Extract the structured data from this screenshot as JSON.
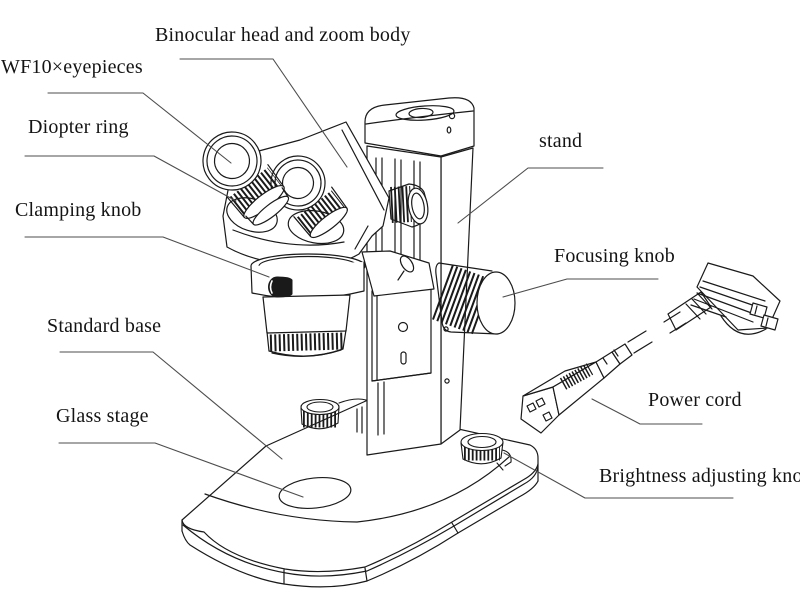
{
  "figure": {
    "kind": "labeled parts diagram",
    "subject": "Binocular stereo microscope with stand, base and power cord",
    "background_color": "#ffffff",
    "drawing_line_color": "#1a1a1a",
    "leader_line_color": "#4d4d4d",
    "text_color": "#141414"
  },
  "labels": [
    {
      "name": "binocular-head-and-zoom-body",
      "text": "Binocular head and zoom body"
    },
    {
      "name": "wf10-eyepieces",
      "text": "WF10×eyepieces"
    },
    {
      "name": "diopter-ring",
      "text": "Diopter ring"
    },
    {
      "name": "clamping-knob",
      "text": "Clamping knob"
    },
    {
      "name": "stand",
      "text": "stand"
    },
    {
      "name": "focusing-knob",
      "text": "Focusing knob"
    },
    {
      "name": "standard-base",
      "text": "Standard base"
    },
    {
      "name": "glass-stage",
      "text": "Glass stage"
    },
    {
      "name": "power-cord",
      "text": "Power cord"
    },
    {
      "name": "brightness-adjusting-knob",
      "text": "Brightness adjusting knob"
    }
  ]
}
